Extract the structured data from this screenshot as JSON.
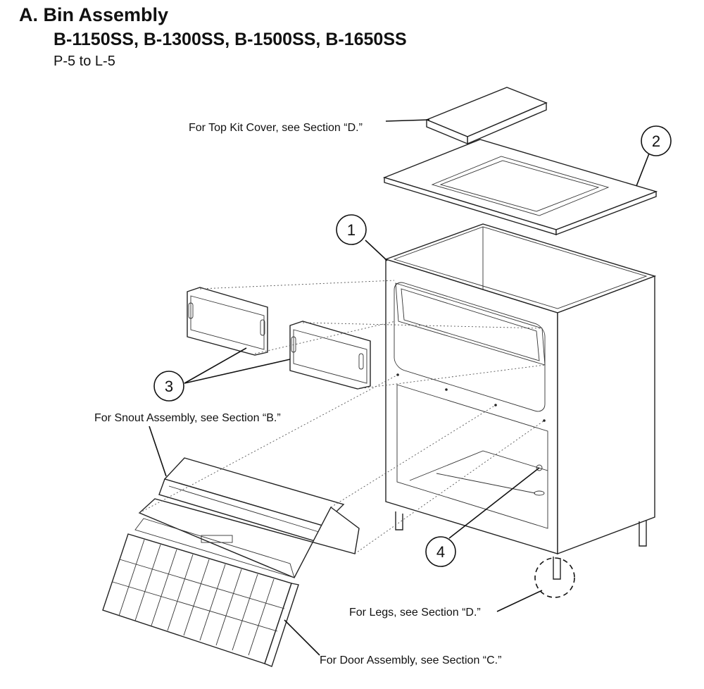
{
  "header": {
    "title": "A. Bin Assembly",
    "models": "B-1150SS, B-1300SS, B-1500SS, B-1650SS",
    "serial_range": "P-5 to L-5"
  },
  "callouts": {
    "top_kit_cover": "For Top Kit Cover, see Section “D.”",
    "snout": "For Snout Assembly, see Section “B.”",
    "legs": "For Legs, see Section “D.”",
    "door": "For Door Assembly, see Section “C.”"
  },
  "part_numbers": [
    "1",
    "2",
    "3",
    "4"
  ]
}
